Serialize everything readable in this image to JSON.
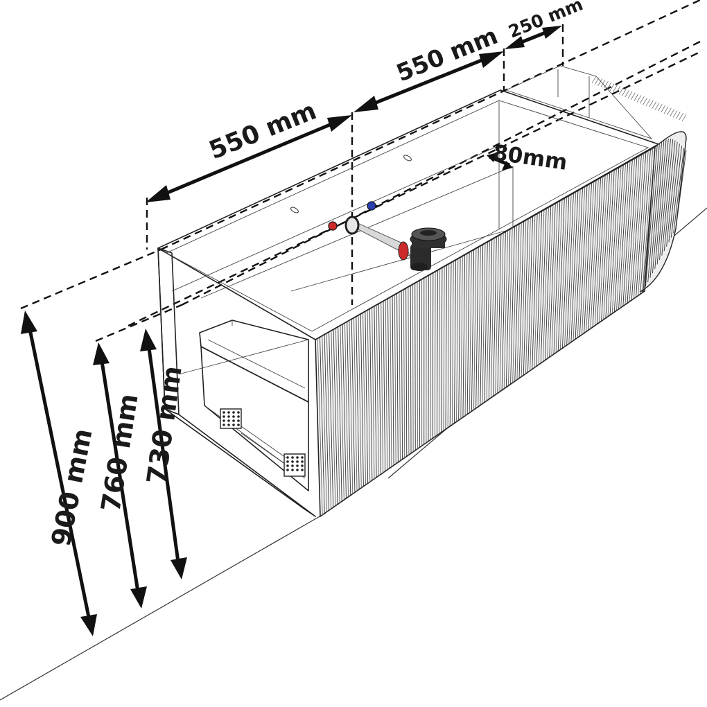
{
  "dimensions": {
    "width_left": "550 mm",
    "width_middle": "550 mm",
    "width_right": "250 mm",
    "depth_offset": "80mm",
    "height_total": "900 mm",
    "height_middle": "760 mm",
    "height_inner": "730 mm"
  },
  "colors": {
    "line": "#1a1a1a",
    "hot_valve": "#cc2a2a",
    "cold_valve": "#2a3fb0",
    "siphon": "#2b2b2b"
  }
}
